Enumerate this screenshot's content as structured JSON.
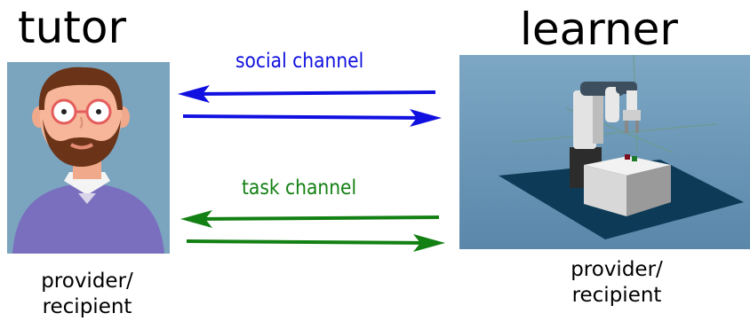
{
  "tutor": {
    "title": "tutor",
    "role_line1": "provider/",
    "role_line2": "recipient"
  },
  "learner": {
    "title": "learner",
    "role_line1": "provider/",
    "role_line2": "recipient"
  },
  "channels": {
    "social": {
      "label": "social channel",
      "color": "#1010e0"
    },
    "task": {
      "label": "task channel",
      "color": "#138013"
    }
  }
}
